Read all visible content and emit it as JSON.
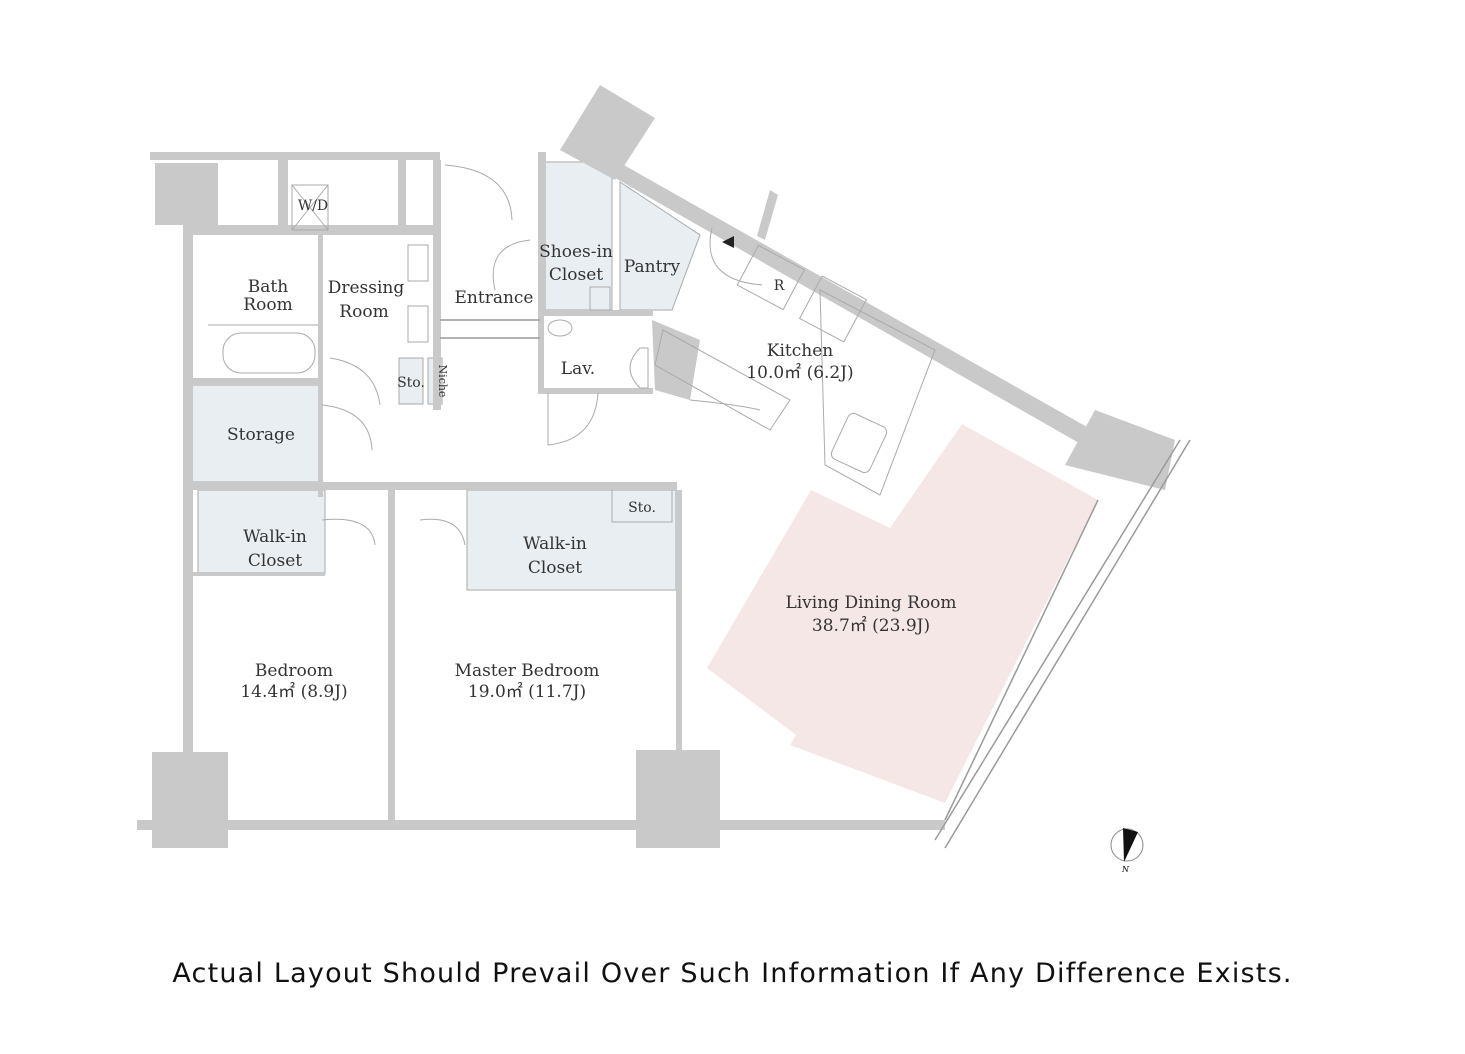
{
  "rooms": {
    "wd": "W/D",
    "bath": [
      "Bath",
      "Room"
    ],
    "dressing": [
      "Dressing",
      "Room"
    ],
    "entrance": "Entrance",
    "shoes_closet": [
      "Shoes-in",
      "Closet"
    ],
    "pantry": "Pantry",
    "refrigerator": "R",
    "kitchen": {
      "name": "Kitchen",
      "area": "10.0㎡  (6.2J)"
    },
    "lav": "Lav.",
    "sto_small": "Sto.",
    "niche": "Niche",
    "storage": "Storage",
    "walkin_1": [
      "Walk-in",
      "Closet"
    ],
    "walkin_2": [
      "Walk-in",
      "Closet"
    ],
    "sto": "Sto.",
    "ldr": {
      "name": "Living Dining Room",
      "area": "38.7㎡  (23.9J)"
    },
    "bedroom": {
      "name": "Bedroom",
      "area": "14.4㎡  (8.9J)"
    },
    "master_bedroom": {
      "name": "Master Bedroom",
      "area": "19.0㎡  (11.7J)"
    }
  },
  "compass": {
    "label": "N"
  },
  "disclaimer": "Actual Layout Should Prevail Over Such Information If Any Difference Exists.",
  "colors": {
    "wall": "#c9c9c9",
    "closet": "#e9eef3",
    "ldr": "#f6e7e7"
  }
}
